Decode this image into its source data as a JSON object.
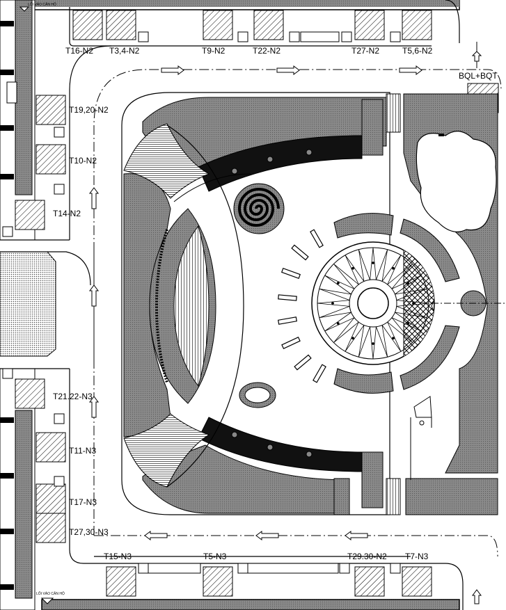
{
  "drawing": {
    "top_entrance_note": "LỐI VÀO CĂN HỘ",
    "bottom_entrance_note": "LỐI VÀO CĂN HỘ",
    "top_labels": [
      "T16-N2",
      "T3,4-N2",
      "T9-N2",
      "T22-N2",
      "T27-N2",
      "T5,6-N2"
    ],
    "left_labels": [
      "T19,20-N2",
      "T10-N2",
      "T14-N2",
      "T21.22-N3",
      "T11-N3",
      "T17-N3",
      "T27,30-N3"
    ],
    "bottom_labels": [
      "T15-N3",
      "T5-N3",
      "T29.30-N2",
      "T7-N3"
    ],
    "corner_label": "BQL+BQT",
    "colors": {
      "ink": "#000000",
      "paper": "#ffffff",
      "hatch_fill": "#9a9a9a",
      "dot_fill": "#c4c4c4",
      "dark_band": "#111111"
    }
  }
}
